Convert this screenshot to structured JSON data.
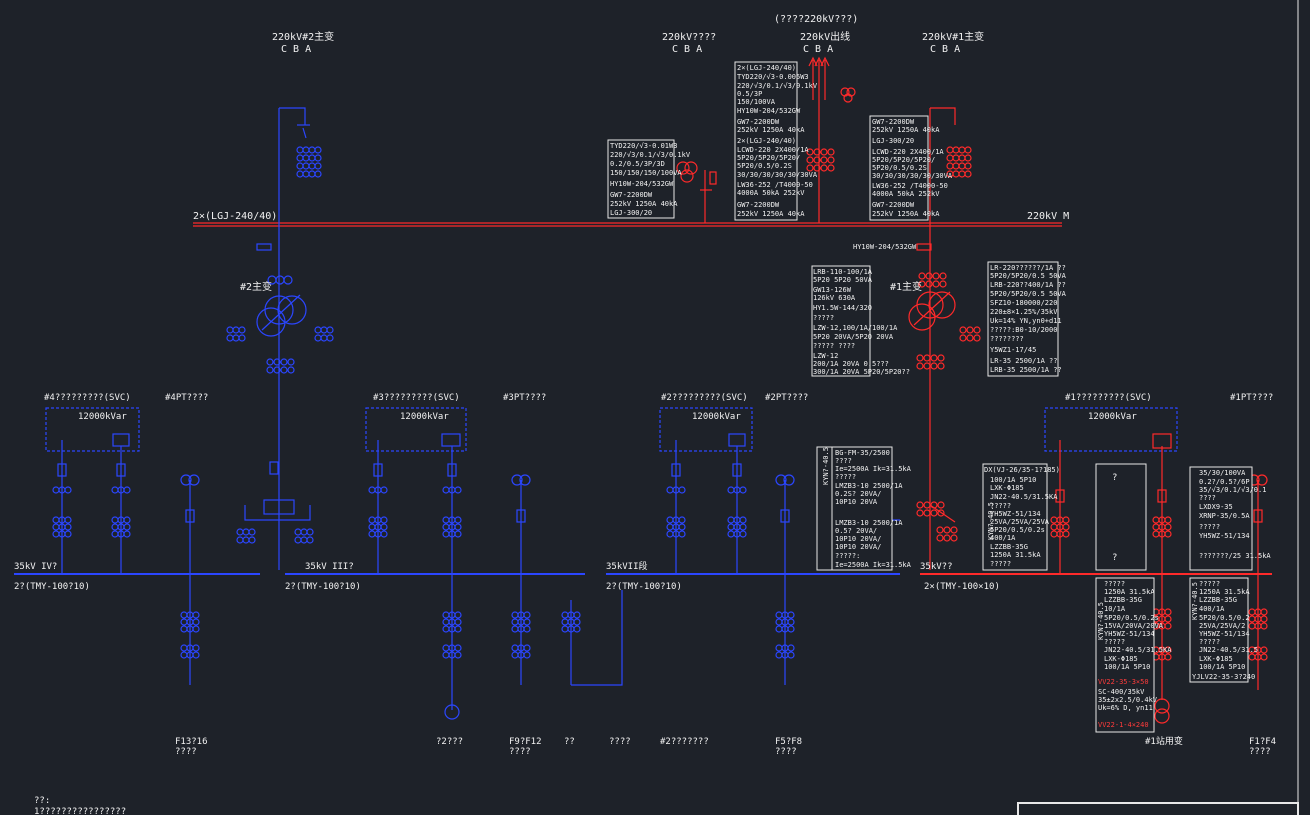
{
  "header": {
    "top_title": "(????220kV???)",
    "b220_2": "220kV#2主变",
    "b220_2_phase": "C  B  A",
    "b220_q": "220kV????",
    "b220_q_phase": "C  B  A",
    "b220_out": "220kV出线",
    "b220_out_phase": "C B A",
    "b220_1": "220kV#1主变",
    "b220_1_phase": "C  B  A"
  },
  "busbars": {
    "bus220_left": "2×(LGJ-240/40)",
    "bus220_right": "220kV M",
    "bus35_iv": "35kV IV?",
    "bus35_iv_spec": "2?(TMY-100?10)",
    "bus35_iii": "35kV III?",
    "bus35_iii_spec": "2?(TMY-100?10)",
    "bus35_ii": "35kVII段",
    "bus35_ii_spec": "2?(TMY-100?10)",
    "bus35_i": "35kV??",
    "bus35_i_spec": "2×(TMY-100×10)"
  },
  "transformers": {
    "t2": "#2主变",
    "t1": "#1主变"
  },
  "svc": {
    "svc4": "#4?????????(SVC)",
    "svc3": "#3?????????(SVC)",
    "svc2": "#2?????????(SVC)",
    "svc1": "#1?????????(SVC)",
    "capacity": "12000kVar"
  },
  "pt": {
    "pt4": "#4PT????",
    "pt3": "#3PT????",
    "pt2": "#2PT????",
    "pt1": "#1PT????"
  },
  "spec_boxes": {
    "left_220": [
      "TYD220/√3-0.01W3",
      "220/√3/0.1/√3/0.1kV",
      "0.2/0.5/3P/3D",
      "150/150/150/100VA",
      "HY10W-204/532GW",
      "GW7-2200DW",
      "252kV 1250A 40kA",
      "LGJ-300/20"
    ],
    "mid_220": [
      "2×(LGJ-240/40)",
      "TYD220/√3-0.005W3",
      "220/√3/0.1/√3/0.1kV",
      "0.5/3P",
      "150/100VA",
      "HY10W-204/532GW",
      "GW7-2200DW",
      "252kV 1250A 40kA",
      "2×(LGJ-240/40)",
      "LCWD-220 2X400/1A",
      "5P20/5P20/5P20/",
      "5P20/0.5/0.2S",
      "30/30/30/30/30/30VA",
      "LW36-252 /T4000-50",
      "4000A 50kA 252kV",
      "GW7-2200DW",
      "252kV 1250A 40kA"
    ],
    "right_220": [
      "GW7-2200DW",
      "252kV 1250A 40kA",
      "LGJ-300/20",
      "LCWD-220 2X400/1A",
      "5P20/5P20/5P20/",
      "5P20/0.5/0.2S",
      "30/30/30/30/30/30VA",
      "LW36-252 /T4000-50",
      "4000A 50kA 252kV",
      "GW7-2200DW",
      "252kV 1250A 40kA"
    ],
    "hy_label": "HY10W-204/532GW",
    "t1_left": [
      "LRB-110-100/1A",
      "5P20 5P20 50VA",
      "GW13-126W",
      "126kV 630A",
      "HY1.5W-144/320",
      "?????",
      "LZW-12,100/1A/100/1A",
      "5P20 20VA/5P20 20VA",
      "????? ????",
      "LZW-12",
      "200/1A 20VA 0.5???",
      "300/1A 20VA 5P20/5P20??"
    ],
    "t1_right": [
      "LR-220??????/1A ??",
      "5P20/5P20/0.5 50VA",
      "LRB-220??400/1A ??",
      "5P20/5P20/0.5 50VA",
      "SFZ10-180000/220",
      "220±8×1.25%/35kV",
      "Uk=14% YN,yn0+d11",
      "?????:B0-10/2000",
      "????????",
      "Y5WZ1-17/45",
      "LR-35 2500/1A ??",
      "LRB-35 2500/1A ??"
    ],
    "cab_left": [
      "BG-FM-35/2500",
      "????",
      "Ie=2500A Ik=31.5kA",
      "?????",
      "LMZB3-10 2500/1A",
      "0.2S? 20VA/",
      "10P10 20VA",
      "LMZB3-10 2500/1A",
      "0.5? 20VA/",
      "10P10 20VA/",
      "10P10 20VA/",
      "?????:",
      "Ie=2500A Ik=31.5kA"
    ],
    "cab_left_tag": "KYN?-40.5",
    "cab_mid": [
      "DX(VJ-26/35-1?185)",
      "100/1A 5P10",
      "LXK-Φ185",
      "JN22-40.5/31.5KA",
      "?????",
      "YH5WZ-51/134",
      "25VA/25VA/25VA",
      "5P20/0.5/0.2s",
      "400/1A",
      "LZZBB-35G",
      "1250A 31.5kA",
      "?????"
    ],
    "cab_mid_tag": "KYN?-40.5",
    "cab_r1": [
      "?????",
      "1250A 31.5kA",
      "LZZBB-35G",
      "10/1A",
      "5P20/0.5/0.2s",
      "15VA/20VA/20VA",
      "YH5WZ-51/134",
      "?????",
      "JN22-40.5/31.5KA",
      "LXK-Φ185",
      "100/1A 5P10"
    ],
    "cab_r1_red": [
      "VV22-35-3×50",
      "SC-400/35kV",
      "35±2x2.5/0.4kV",
      "Uk=6% D, yn11",
      "VV22-1-4×240"
    ],
    "cab_r1_tag": "KYN?-40.5",
    "cab_r2": [
      "?????",
      "1250A 31.5kA",
      "LZZBB-35G",
      "400/1A",
      "5P20/0.5/0.2",
      "25VA/25VA/2",
      "YH5WZ-51/134",
      "?????",
      "JN22-40.5/31.5",
      "LXK-Φ185",
      "100/1A 5P10",
      "YJLV22-35-3?240"
    ],
    "cab_r2_tag": "KYN?-40.5",
    "pt1_box": [
      "35/30/100VA",
      "0.2?/0.5?/6P",
      "35/√3/0.1/√3/0.1",
      "????",
      "LXDX9-35",
      "XRNP-35/0.5A",
      "?????",
      "YH5WZ-51/134",
      "???????/25 31.5kA"
    ],
    "mark_q1": "?",
    "mark_q2": "?"
  },
  "feeders": {
    "f_iv": "F13?16",
    "f_iv_sub": "????",
    "f_q": "?2???",
    "f_iii": "F9?F12",
    "f_iii_sub": "????",
    "f_dot": "??",
    "f_q2": "????",
    "f_ii_a": "#2???????",
    "f_ii": "F5?F8",
    "f_ii_sub": "????",
    "f_t1": "#1站用变",
    "f_i": "F1?F4",
    "f_i_sub": "????"
  },
  "notes": {
    "label": "??:",
    "line1": "1????????????????"
  }
}
